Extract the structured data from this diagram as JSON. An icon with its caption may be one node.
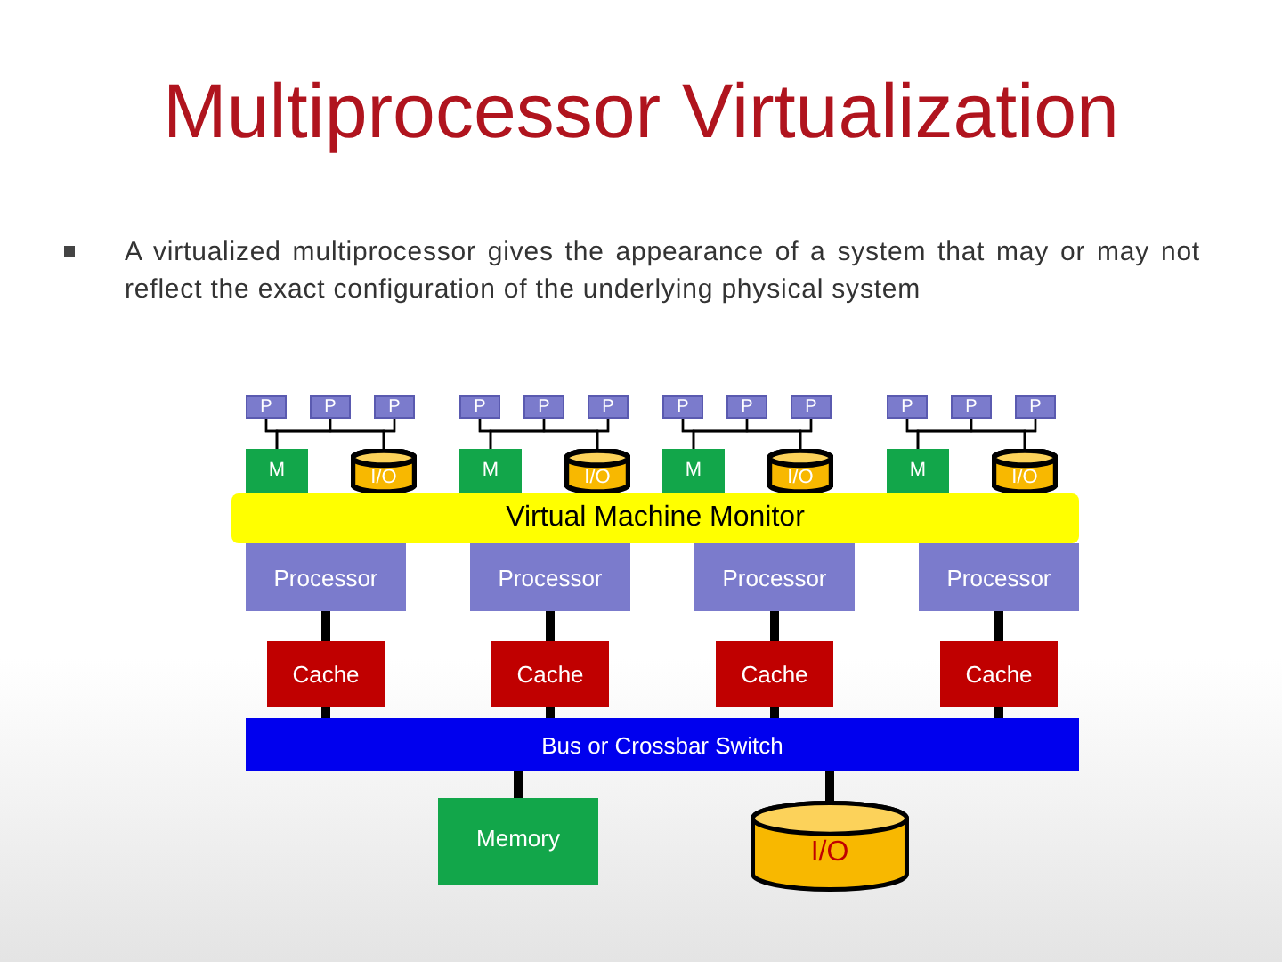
{
  "diagram": {
    "title": "Multiprocessor Virtualization",
    "nodes": [
      {
        "text": [
          "P"
        ]
      },
      {
        "text": [
          "P"
        ]
      },
      {
        "text": [
          "P"
        ]
      },
      {
        "text": [
          "M"
        ]
      },
      {
        "text": [
          "I/O"
        ]
      },
      {
        "text": [
          "P"
        ]
      },
      {
        "text": [
          "P"
        ]
      },
      {
        "text": [
          "P"
        ]
      },
      {
        "text": [
          "M"
        ]
      },
      {
        "text": [
          "I/O"
        ]
      },
      {
        "text": [
          "P"
        ]
      },
      {
        "text": [
          "P"
        ]
      },
      {
        "text": [
          "P"
        ]
      },
      {
        "text": [
          "M"
        ]
      },
      {
        "text": [
          "I/O"
        ]
      },
      {
        "text": [
          "P"
        ]
      },
      {
        "text": [
          "P"
        ]
      },
      {
        "text": [
          "P"
        ]
      },
      {
        "text": [
          "M"
        ]
      },
      {
        "text": [
          "I/O"
        ]
      },
      {
        "text": [
          "Virtual Machine Monitor"
        ]
      },
      {
        "text": [
          "Processor"
        ]
      },
      {
        "text": [
          "Processor"
        ]
      },
      {
        "text": [
          "Processor"
        ]
      },
      {
        "text": [
          "Processor"
        ]
      },
      {
        "text": [
          "Cache"
        ]
      },
      {
        "text": [
          "Cache"
        ]
      },
      {
        "text": [
          "Cache"
        ]
      },
      {
        "text": [
          "Cache"
        ]
      },
      {
        "text": [
          "Bus or Crossbar Switch"
        ]
      },
      {
        "text": [
          "Memory"
        ]
      },
      {
        "text": [
          "I/O"
        ]
      }
    ],
    "edges": [
      {
        "from": 0,
        "to": 3,
        "arrow": "none"
      },
      {
        "from": 1,
        "to": 3,
        "arrow": "none"
      },
      {
        "from": 2,
        "to": 3,
        "arrow": "none"
      },
      {
        "from": 0,
        "to": 4,
        "arrow": "none"
      },
      {
        "from": 1,
        "to": 4,
        "arrow": "none"
      },
      {
        "from": 2,
        "to": 4,
        "arrow": "none"
      },
      {
        "from": 5,
        "to": 8,
        "arrow": "none"
      },
      {
        "from": 6,
        "to": 8,
        "arrow": "none"
      },
      {
        "from": 7,
        "to": 8,
        "arrow": "none"
      },
      {
        "from": 5,
        "to": 9,
        "arrow": "none"
      },
      {
        "from": 6,
        "to": 9,
        "arrow": "none"
      },
      {
        "from": 7,
        "to": 9,
        "arrow": "none"
      },
      {
        "from": 10,
        "to": 13,
        "arrow": "none"
      },
      {
        "from": 11,
        "to": 13,
        "arrow": "none"
      },
      {
        "from": 12,
        "to": 13,
        "arrow": "none"
      },
      {
        "from": 10,
        "to": 14,
        "arrow": "none"
      },
      {
        "from": 11,
        "to": 14,
        "arrow": "none"
      },
      {
        "from": 12,
        "to": 14,
        "arrow": "none"
      },
      {
        "from": 15,
        "to": 18,
        "arrow": "none"
      },
      {
        "from": 16,
        "to": 18,
        "arrow": "none"
      },
      {
        "from": 17,
        "to": 18,
        "arrow": "none"
      },
      {
        "from": 15,
        "to": 19,
        "arrow": "none"
      },
      {
        "from": 16,
        "to": 19,
        "arrow": "none"
      },
      {
        "from": 17,
        "to": 19,
        "arrow": "none"
      },
      {
        "from": 21,
        "to": 25,
        "arrow": "none",
        "style": "thick"
      },
      {
        "from": 22,
        "to": 26,
        "arrow": "none",
        "style": "thick"
      },
      {
        "from": 23,
        "to": 27,
        "arrow": "none",
        "style": "thick"
      },
      {
        "from": 24,
        "to": 28,
        "arrow": "none",
        "style": "thick"
      },
      {
        "from": 25,
        "to": 29,
        "arrow": "none",
        "style": "thick"
      },
      {
        "from": 26,
        "to": 29,
        "arrow": "none",
        "style": "thick"
      },
      {
        "from": 27,
        "to": 29,
        "arrow": "none",
        "style": "thick"
      },
      {
        "from": 28,
        "to": 29,
        "arrow": "none",
        "style": "thick"
      },
      {
        "from": 29,
        "to": 30,
        "arrow": "none",
        "style": "thick"
      },
      {
        "from": 29,
        "to": 31,
        "arrow": "none",
        "style": "thick"
      }
    ],
    "labels": [
      "A virtualized multiprocessor gives the appearance of a system that may or may not reflect the exact configuration of the underlying physical system"
    ]
  }
}
